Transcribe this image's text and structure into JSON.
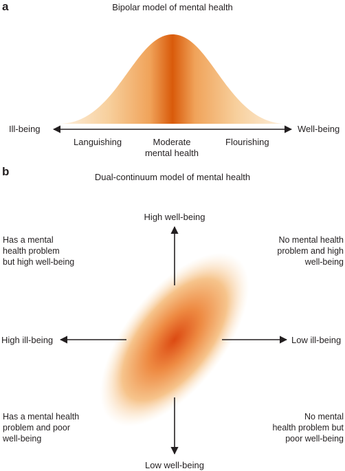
{
  "panel_a": {
    "letter": "a",
    "title": "Bipolar model of mental health",
    "axis_left": "Ill-being",
    "axis_right": "Well-being",
    "segments": [
      "Languishing",
      "Moderate mental health",
      "Flourishing"
    ],
    "segment_middle_lines": [
      "Moderate",
      "mental health"
    ]
  },
  "panel_b": {
    "letter": "b",
    "title": "Dual-continuum model of mental health",
    "axis_top": "High well-being",
    "axis_bottom": "Low well-being",
    "axis_left": "High ill-being",
    "axis_right": "Low ill-being",
    "quadrants": {
      "top_left": [
        "Has a mental",
        "health problem",
        "but high well-being"
      ],
      "top_right": [
        "No mental health",
        "problem and high",
        "well-being"
      ],
      "bottom_left": [
        "Has a mental health",
        "problem and poor",
        "well-being"
      ],
      "bottom_right": [
        "No mental",
        "health problem but",
        "poor well-being"
      ]
    }
  },
  "colors": {
    "peak": "#d95a0a",
    "mid": "#f0a050",
    "light": "#fbe2c0",
    "axis": "#231f20"
  }
}
